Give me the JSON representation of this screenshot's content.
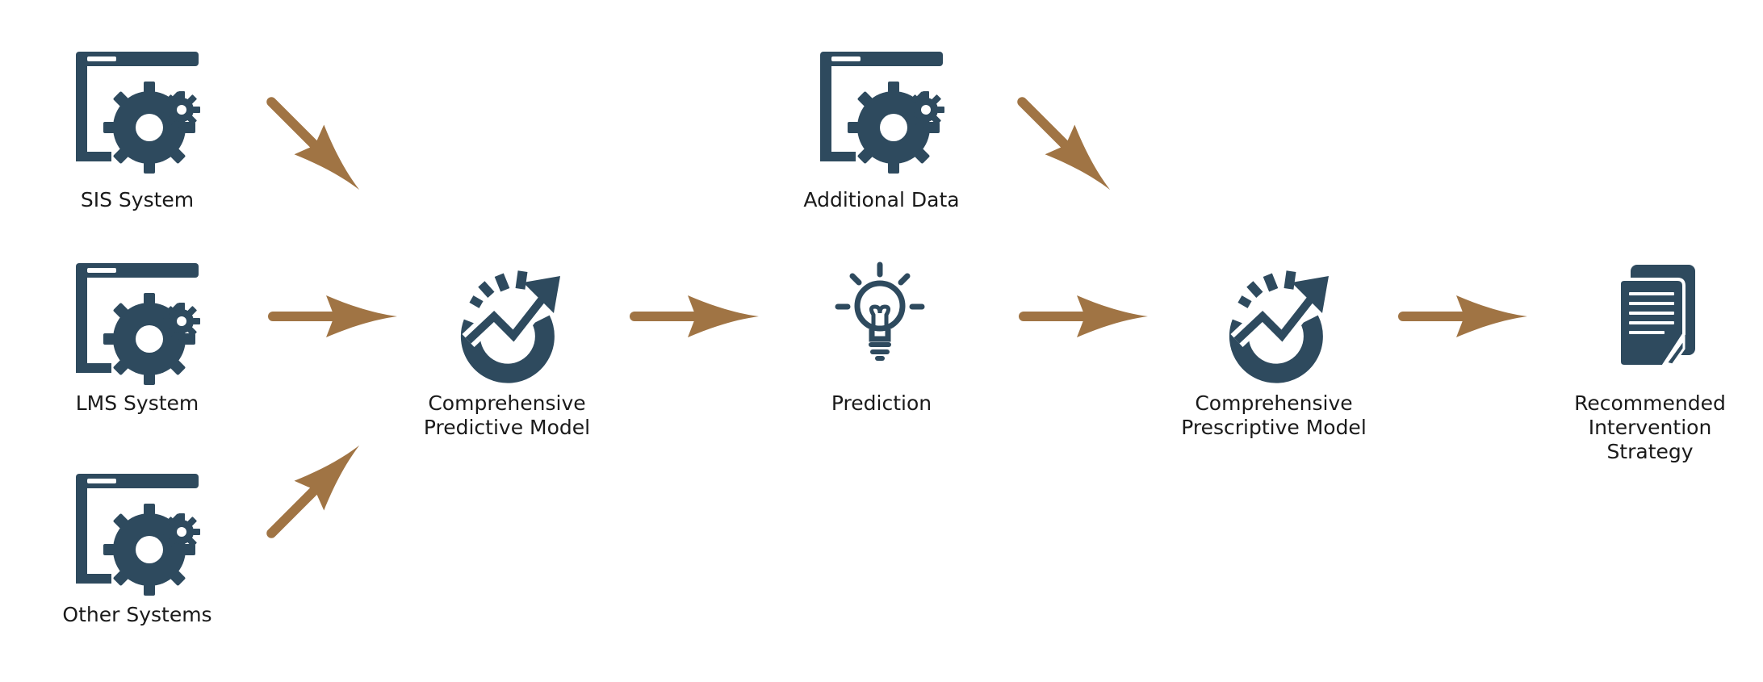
{
  "colors": {
    "icon": "#2e4a5e",
    "arrow": "#a07444",
    "text": "#1a1a1a",
    "background": "#ffffff"
  },
  "nodes": {
    "sis": {
      "label": "SIS System",
      "icon": "app-gear-icon"
    },
    "lms": {
      "label": "LMS System",
      "icon": "app-gear-icon"
    },
    "other": {
      "label": "Other Systems",
      "icon": "app-gear-icon"
    },
    "predictive_model": {
      "label_lines": [
        "Comprehensive",
        "Predictive Model"
      ],
      "icon": "growth-chart-icon"
    },
    "additional_data": {
      "label": "Additional Data",
      "icon": "app-gear-icon"
    },
    "prediction": {
      "label": "Prediction",
      "icon": "lightbulb-icon"
    },
    "prescriptive_model": {
      "label_lines": [
        "Comprehensive",
        "Prescriptive Model"
      ],
      "icon": "growth-chart-icon"
    },
    "strategy": {
      "label_lines": [
        "Recommended",
        "Intervention",
        "Strategy"
      ],
      "icon": "documents-icon"
    }
  },
  "edges": [
    {
      "from": "SIS System",
      "to": "Comprehensive Predictive Model"
    },
    {
      "from": "LMS System",
      "to": "Comprehensive Predictive Model"
    },
    {
      "from": "Other Systems",
      "to": "Comprehensive Predictive Model"
    },
    {
      "from": "Comprehensive Predictive Model",
      "to": "Prediction"
    },
    {
      "from": "Additional Data",
      "to": "Comprehensive Prescriptive Model"
    },
    {
      "from": "Prediction",
      "to": "Comprehensive Prescriptive Model"
    },
    {
      "from": "Comprehensive Prescriptive Model",
      "to": "Recommended Intervention Strategy"
    }
  ]
}
